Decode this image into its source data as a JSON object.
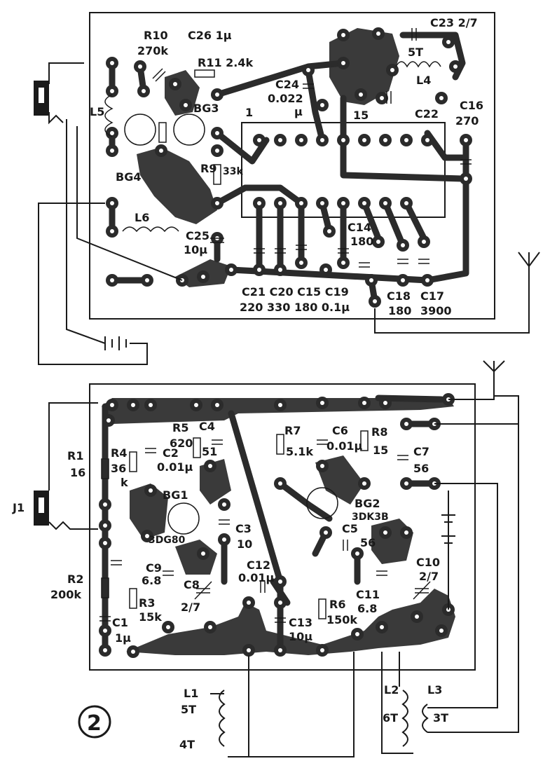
{
  "figure_number": "2",
  "top_board": {
    "labels": [
      {
        "id": "r10",
        "text": "R10"
      },
      {
        "id": "r10v",
        "text": "270k"
      },
      {
        "id": "c26",
        "text": "C26 1μ"
      },
      {
        "id": "r11",
        "text": "R11 2.4k"
      },
      {
        "id": "c23",
        "text": "C23 2/7"
      },
      {
        "id": "l4t",
        "text": "5T"
      },
      {
        "id": "l4",
        "text": "L4"
      },
      {
        "id": "c24",
        "text": "C24"
      },
      {
        "id": "c24v",
        "text": "0.022"
      },
      {
        "id": "c24u",
        "text": "μ"
      },
      {
        "id": "c22v",
        "text": "15"
      },
      {
        "id": "c22",
        "text": "C22"
      },
      {
        "id": "c16",
        "text": "C16"
      },
      {
        "id": "c16v",
        "text": "270"
      },
      {
        "id": "l5",
        "text": "L5"
      },
      {
        "id": "bg3",
        "text": "BG3"
      },
      {
        "id": "pin1",
        "text": "1"
      },
      {
        "id": "bg4",
        "text": "BG4"
      },
      {
        "id": "r9",
        "text": "R9"
      },
      {
        "id": "r9v",
        "text": "33k"
      },
      {
        "id": "l6",
        "text": "L6"
      },
      {
        "id": "c14",
        "text": "C14"
      },
      {
        "id": "c14v",
        "text": "180"
      },
      {
        "id": "c25",
        "text": "C25"
      },
      {
        "id": "c25v",
        "text": "10μ"
      },
      {
        "id": "caps_row",
        "text": "C21 C20 C15 C19"
      },
      {
        "id": "caps_vals",
        "text": "220 330 180 0.1μ"
      },
      {
        "id": "c18",
        "text": "C18"
      },
      {
        "id": "c18v",
        "text": "180"
      },
      {
        "id": "c17",
        "text": "C17"
      },
      {
        "id": "c17v",
        "text": "3900"
      }
    ]
  },
  "bottom_board": {
    "labels": [
      {
        "id": "r1",
        "text": "R1"
      },
      {
        "id": "r1v",
        "text": "16"
      },
      {
        "id": "r4",
        "text": "R4"
      },
      {
        "id": "r4v",
        "text": "36"
      },
      {
        "id": "r4u",
        "text": "k"
      },
      {
        "id": "r5",
        "text": "R5"
      },
      {
        "id": "r5v",
        "text": "620"
      },
      {
        "id": "c4",
        "text": "C4"
      },
      {
        "id": "c4v",
        "text": "51"
      },
      {
        "id": "c2",
        "text": "C2"
      },
      {
        "id": "c2v",
        "text": "0.01μ"
      },
      {
        "id": "r7",
        "text": "R7"
      },
      {
        "id": "r7v",
        "text": "5.1k"
      },
      {
        "id": "c6",
        "text": "C6"
      },
      {
        "id": "c6v",
        "text": "0.01μ"
      },
      {
        "id": "r8",
        "text": "R8"
      },
      {
        "id": "r8v",
        "text": "15"
      },
      {
        "id": "c7",
        "text": "C7"
      },
      {
        "id": "c7v",
        "text": "56"
      },
      {
        "id": "j1",
        "text": "J1"
      },
      {
        "id": "bg1",
        "text": "BG1"
      },
      {
        "id": "bg1t",
        "text": "3DG80"
      },
      {
        "id": "bg2",
        "text": "BG2"
      },
      {
        "id": "bg2t",
        "text": "3DK3B"
      },
      {
        "id": "c3",
        "text": "C3"
      },
      {
        "id": "c3v",
        "text": "10"
      },
      {
        "id": "c5",
        "text": "C5"
      },
      {
        "id": "c5v",
        "text": "56"
      },
      {
        "id": "r2",
        "text": "R2"
      },
      {
        "id": "r2v",
        "text": "200k"
      },
      {
        "id": "c9",
        "text": "C9"
      },
      {
        "id": "c9v",
        "text": "6.8"
      },
      {
        "id": "c8",
        "text": "C8"
      },
      {
        "id": "c8v",
        "text": "2/7"
      },
      {
        "id": "c12",
        "text": "C12"
      },
      {
        "id": "c12v",
        "text": "0.01μ"
      },
      {
        "id": "c10",
        "text": "C10"
      },
      {
        "id": "c10v",
        "text": "2/7"
      },
      {
        "id": "c11",
        "text": "C11"
      },
      {
        "id": "c11v",
        "text": "6.8"
      },
      {
        "id": "r3",
        "text": "R3"
      },
      {
        "id": "r3v",
        "text": "15k"
      },
      {
        "id": "r6",
        "text": "R6"
      },
      {
        "id": "r6v",
        "text": "150k"
      },
      {
        "id": "c13",
        "text": "C13"
      },
      {
        "id": "c13v",
        "text": "10μ"
      },
      {
        "id": "c1",
        "text": "C1"
      },
      {
        "id": "c1v",
        "text": "1μ"
      },
      {
        "id": "l1",
        "text": "L1"
      },
      {
        "id": "l1t",
        "text": "5T"
      },
      {
        "id": "l1b",
        "text": "4T"
      },
      {
        "id": "l2",
        "text": "L2"
      },
      {
        "id": "l2t",
        "text": "6T"
      },
      {
        "id": "l3",
        "text": "L3"
      },
      {
        "id": "l3t",
        "text": "3T"
      }
    ]
  }
}
